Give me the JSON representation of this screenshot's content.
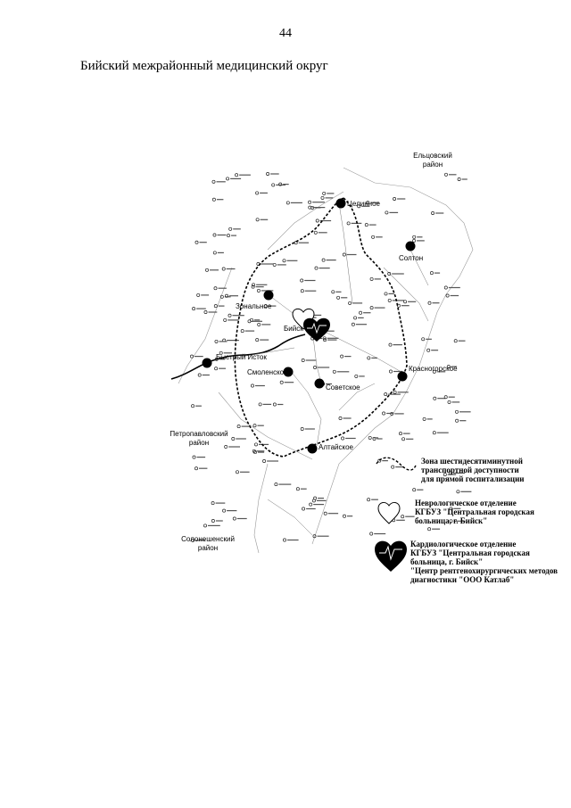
{
  "page_number": "44",
  "title": "Бийский межрайонный медицинский округ",
  "regions": {
    "eltsovsky": "Ельцовский\nрайон",
    "petropavlovsky": "Петропавловский\nрайон",
    "soloneshensky": "Солонешенский\nрайон"
  },
  "settlements": {
    "tselinnoe": "Целинное",
    "solton": "Солтон",
    "zonalnoe": "Зональное",
    "biysk": "Бийск",
    "bystry_istok": "Быстрый Исток",
    "smolenskoe": "Смоленское",
    "sovetskoe": "Советское",
    "krasnogorskoe": "Красногорское",
    "altayskoe": "Алтайское"
  },
  "legend": {
    "zone": "Зона шестидесятиминутной\nтранспортной доступности\nдля прямой госпитализации",
    "neuro": "Неврологическое отделение\nКГБУЗ \"Центральная городская\nбольница, г. Бийск\"",
    "cardio": "Кардиологическое отделение\nКГБУЗ \"Центральная городская\nбольница, г. Бийск\"\n\"Центр рентгенохирургических методов\nдиагностики \"ООО Катлаб\""
  }
}
